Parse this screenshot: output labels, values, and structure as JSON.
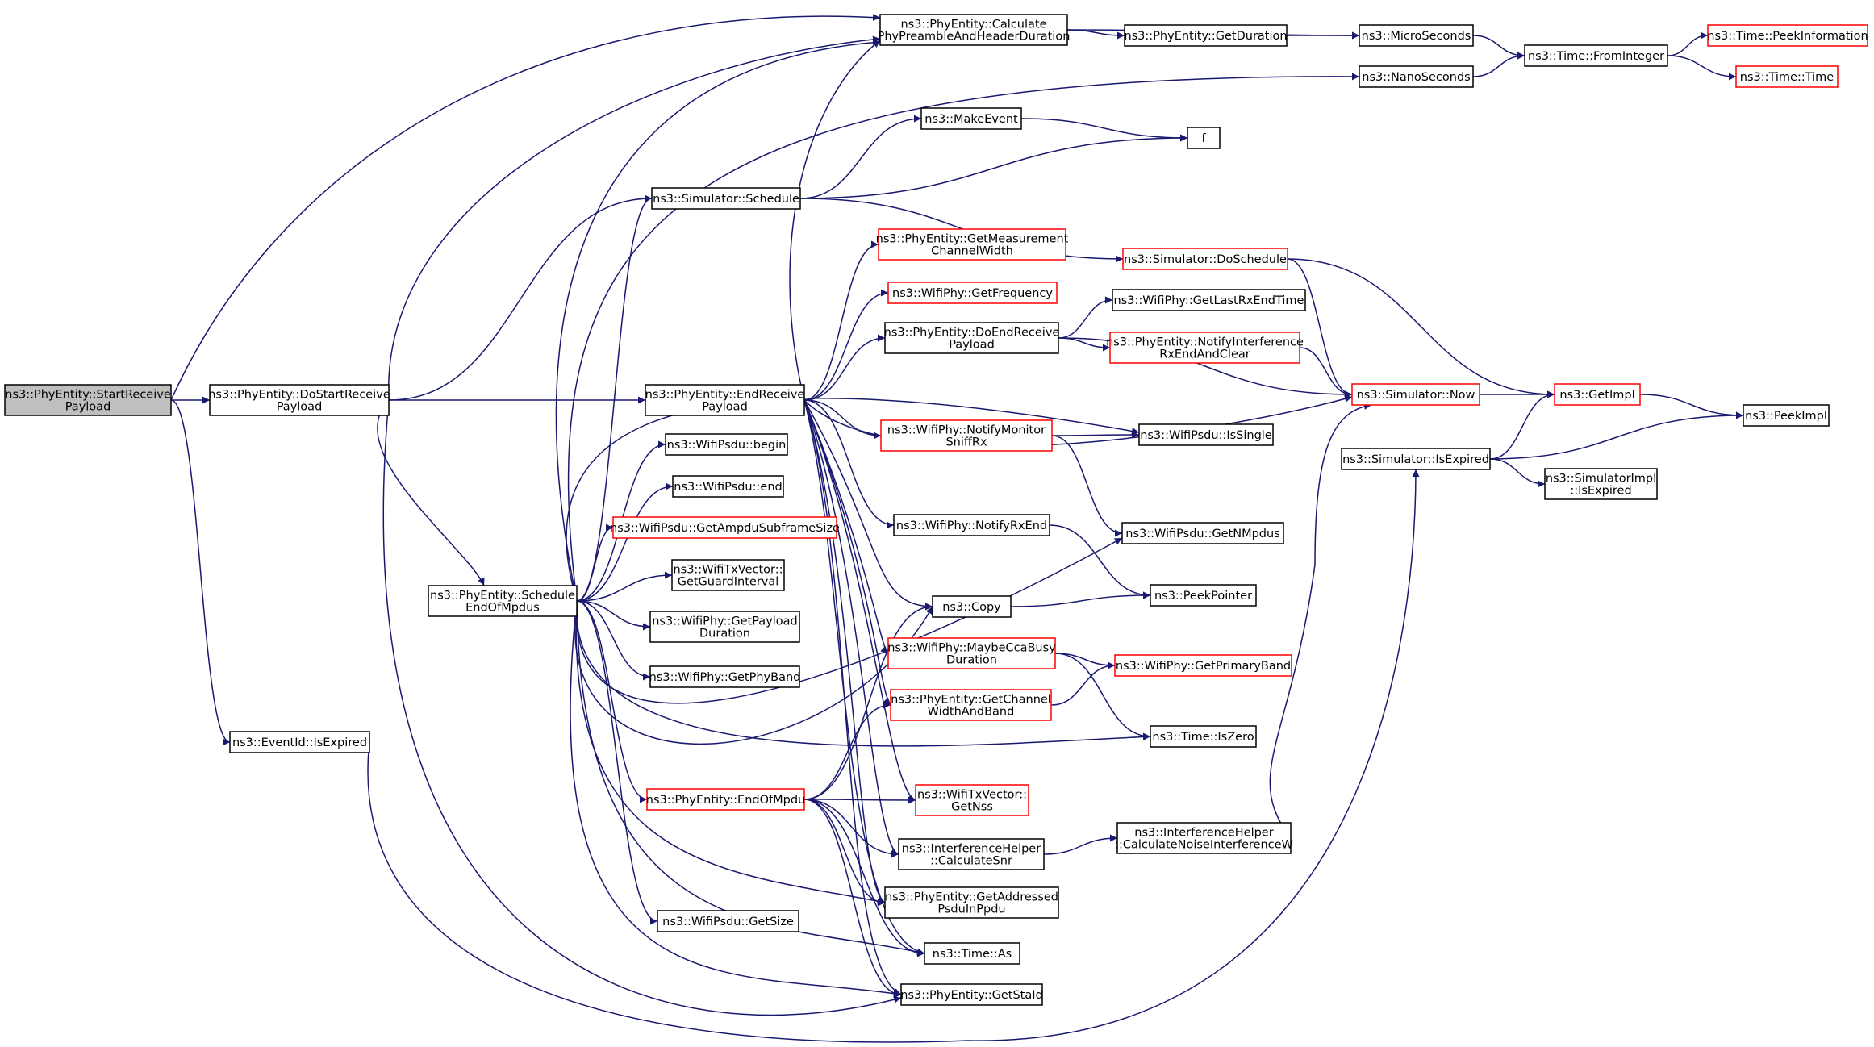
{
  "colors": {
    "edge": "#191970",
    "border_default": "#000000",
    "border_red": "#ff0000",
    "fill_default": "#ffffff",
    "fill_root": "#bfbfbf"
  },
  "nodes": [
    {
      "id": "startReceive",
      "lines": [
        "ns3::PhyEntity::StartReceive",
        "Payload"
      ],
      "style": "root"
    },
    {
      "id": "doStartReceive",
      "lines": [
        "ns3::PhyEntity::DoStartReceive",
        "Payload"
      ],
      "style": "default"
    },
    {
      "id": "eventIdIsExpired",
      "lines": [
        "ns3::EventId::IsExpired"
      ],
      "style": "default"
    },
    {
      "id": "scheduleEndOfMpdus",
      "lines": [
        "ns3::PhyEntity::Schedule",
        "EndOfMpdus"
      ],
      "style": "default"
    },
    {
      "id": "simSchedule",
      "lines": [
        "ns3::Simulator::Schedule"
      ],
      "style": "default"
    },
    {
      "id": "endReceivePayload",
      "lines": [
        "ns3::PhyEntity::EndReceive",
        "Payload"
      ],
      "style": "default"
    },
    {
      "id": "psduBegin",
      "lines": [
        "ns3::WifiPsdu::begin"
      ],
      "style": "default"
    },
    {
      "id": "psduEnd",
      "lines": [
        "ns3::WifiPsdu::end"
      ],
      "style": "default"
    },
    {
      "id": "ampduSubframe",
      "lines": [
        "ns3::WifiPsdu::GetAmpduSubframeSize"
      ],
      "style": "red"
    },
    {
      "id": "guardInterval",
      "lines": [
        "ns3::WifiTxVector::",
        "GetGuardInterval"
      ],
      "style": "default"
    },
    {
      "id": "payloadDuration",
      "lines": [
        "ns3::WifiPhy::GetPayload",
        "Duration"
      ],
      "style": "default"
    },
    {
      "id": "getPhyBand",
      "lines": [
        "ns3::WifiPhy::GetPhyBand"
      ],
      "style": "default"
    },
    {
      "id": "endOfMpdu",
      "lines": [
        "ns3::PhyEntity::EndOfMpdu"
      ],
      "style": "red"
    },
    {
      "id": "psduGetSize",
      "lines": [
        "ns3::WifiPsdu::GetSize"
      ],
      "style": "default"
    },
    {
      "id": "calcPreamble",
      "lines": [
        "ns3::PhyEntity::Calculate",
        "PhyPreambleAndHeaderDuration"
      ],
      "style": "default"
    },
    {
      "id": "getDuration",
      "lines": [
        "ns3::PhyEntity::GetDuration"
      ],
      "style": "default"
    },
    {
      "id": "microSeconds",
      "lines": [
        "ns3::MicroSeconds"
      ],
      "style": "default"
    },
    {
      "id": "nanoSeconds",
      "lines": [
        "ns3::NanoSeconds"
      ],
      "style": "default"
    },
    {
      "id": "fromInteger",
      "lines": [
        "ns3::Time::FromInteger"
      ],
      "style": "default"
    },
    {
      "id": "peekInformation",
      "lines": [
        "ns3::Time::PeekInformation"
      ],
      "style": "red"
    },
    {
      "id": "timeTime",
      "lines": [
        "ns3::Time::Time"
      ],
      "style": "red"
    },
    {
      "id": "makeEvent",
      "lines": [
        "ns3::MakeEvent"
      ],
      "style": "default"
    },
    {
      "id": "fNode",
      "lines": [
        "f"
      ],
      "style": "default"
    },
    {
      "id": "doSchedule",
      "lines": [
        "ns3::Simulator::DoSchedule"
      ],
      "style": "red"
    },
    {
      "id": "measChannelWidth",
      "lines": [
        "ns3::PhyEntity::GetMeasurement",
        "ChannelWidth"
      ],
      "style": "red"
    },
    {
      "id": "getFrequency",
      "lines": [
        "ns3::WifiPhy::GetFrequency"
      ],
      "style": "red"
    },
    {
      "id": "doEndReceive",
      "lines": [
        "ns3::PhyEntity::DoEndReceive",
        "Payload"
      ],
      "style": "default"
    },
    {
      "id": "lastRxEnd",
      "lines": [
        "ns3::WifiPhy::GetLastRxEndTime"
      ],
      "style": "default"
    },
    {
      "id": "notifyInterf",
      "lines": [
        "ns3::PhyEntity::NotifyInterference",
        "RxEndAndClear"
      ],
      "style": "red"
    },
    {
      "id": "simNow",
      "lines": [
        "ns3::Simulator::Now"
      ],
      "style": "red"
    },
    {
      "id": "getImpl",
      "lines": [
        "ns3::GetImpl"
      ],
      "style": "red"
    },
    {
      "id": "peekImpl",
      "lines": [
        "ns3::PeekImpl"
      ],
      "style": "default"
    },
    {
      "id": "simIsExpired",
      "lines": [
        "ns3::Simulator::IsExpired"
      ],
      "style": "default"
    },
    {
      "id": "simImplIsExpired",
      "lines": [
        "ns3::SimulatorImpl",
        "::IsExpired"
      ],
      "style": "default"
    },
    {
      "id": "notifyMonitor",
      "lines": [
        "ns3::WifiPhy::NotifyMonitor",
        "SniffRx"
      ],
      "style": "red"
    },
    {
      "id": "isSingle",
      "lines": [
        "ns3::WifiPsdu::IsSingle"
      ],
      "style": "default"
    },
    {
      "id": "notifyRxEnd",
      "lines": [
        "ns3::WifiPhy::NotifyRxEnd"
      ],
      "style": "default"
    },
    {
      "id": "getNMpdus",
      "lines": [
        "ns3::WifiPsdu::GetNMpdus"
      ],
      "style": "default"
    },
    {
      "id": "copyNode",
      "lines": [
        "ns3::Copy"
      ],
      "style": "default"
    },
    {
      "id": "peekPointer",
      "lines": [
        "ns3::PeekPointer"
      ],
      "style": "default"
    },
    {
      "id": "maybeCcaBusy",
      "lines": [
        "ns3::WifiPhy::MaybeCcaBusy",
        "Duration"
      ],
      "style": "red"
    },
    {
      "id": "primaryBand",
      "lines": [
        "ns3::WifiPhy::GetPrimaryBand"
      ],
      "style": "red"
    },
    {
      "id": "channelWidthBand",
      "lines": [
        "ns3::PhyEntity::GetChannel",
        "WidthAndBand"
      ],
      "style": "red"
    },
    {
      "id": "timeIsZero",
      "lines": [
        "ns3::Time::IsZero"
      ],
      "style": "default"
    },
    {
      "id": "getNss",
      "lines": [
        "ns3::WifiTxVector::",
        "GetNss"
      ],
      "style": "red"
    },
    {
      "id": "calcSnr",
      "lines": [
        "ns3::InterferenceHelper",
        "::CalculateSnr"
      ],
      "style": "default"
    },
    {
      "id": "calcNoise",
      "lines": [
        "ns3::InterferenceHelper",
        "::CalculateNoiseInterferenceW"
      ],
      "style": "default"
    },
    {
      "id": "addressedPsdu",
      "lines": [
        "ns3::PhyEntity::GetAddressed",
        "PsduInPpdu"
      ],
      "style": "default"
    },
    {
      "id": "timeAs",
      "lines": [
        "ns3::Time::As"
      ],
      "style": "default"
    },
    {
      "id": "getStaId",
      "lines": [
        "ns3::PhyEntity::GetStaId"
      ],
      "style": "default"
    }
  ],
  "edges": [
    [
      "startReceive",
      "doStartReceive"
    ],
    [
      "startReceive",
      "calcPreamble"
    ],
    [
      "startReceive",
      "eventIdIsExpired"
    ],
    [
      "doStartReceive",
      "calcPreamble"
    ],
    [
      "doStartReceive",
      "simSchedule"
    ],
    [
      "doStartReceive",
      "endReceivePayload"
    ],
    [
      "doStartReceive",
      "scheduleEndOfMpdus"
    ],
    [
      "doStartReceive",
      "getStaId"
    ],
    [
      "eventIdIsExpired",
      "simIsExpired"
    ],
    [
      "scheduleEndOfMpdus",
      "calcPreamble"
    ],
    [
      "scheduleEndOfMpdus",
      "nanoSeconds"
    ],
    [
      "scheduleEndOfMpdus",
      "simSchedule"
    ],
    [
      "scheduleEndOfMpdus",
      "isSingle"
    ],
    [
      "scheduleEndOfMpdus",
      "psduBegin"
    ],
    [
      "scheduleEndOfMpdus",
      "psduEnd"
    ],
    [
      "scheduleEndOfMpdus",
      "ampduSubframe"
    ],
    [
      "scheduleEndOfMpdus",
      "guardInterval"
    ],
    [
      "scheduleEndOfMpdus",
      "payloadDuration"
    ],
    [
      "scheduleEndOfMpdus",
      "getPhyBand"
    ],
    [
      "scheduleEndOfMpdus",
      "getNMpdus"
    ],
    [
      "scheduleEndOfMpdus",
      "copyNode"
    ],
    [
      "scheduleEndOfMpdus",
      "timeIsZero"
    ],
    [
      "scheduleEndOfMpdus",
      "endOfMpdu"
    ],
    [
      "scheduleEndOfMpdus",
      "psduGetSize"
    ],
    [
      "scheduleEndOfMpdus",
      "addressedPsdu"
    ],
    [
      "scheduleEndOfMpdus",
      "timeAs"
    ],
    [
      "scheduleEndOfMpdus",
      "getStaId"
    ],
    [
      "simSchedule",
      "makeEvent"
    ],
    [
      "simSchedule",
      "fNode"
    ],
    [
      "simSchedule",
      "doSchedule"
    ],
    [
      "makeEvent",
      "fNode"
    ],
    [
      "doSchedule",
      "simNow"
    ],
    [
      "doSchedule",
      "getImpl"
    ],
    [
      "calcPreamble",
      "getDuration"
    ],
    [
      "calcPreamble",
      "microSeconds"
    ],
    [
      "getDuration",
      "microSeconds"
    ],
    [
      "microSeconds",
      "fromInteger"
    ],
    [
      "nanoSeconds",
      "fromInteger"
    ],
    [
      "fromInteger",
      "peekInformation"
    ],
    [
      "fromInteger",
      "timeTime"
    ],
    [
      "endReceivePayload",
      "calcPreamble"
    ],
    [
      "endReceivePayload",
      "measChannelWidth"
    ],
    [
      "endReceivePayload",
      "getFrequency"
    ],
    [
      "endReceivePayload",
      "doEndReceive"
    ],
    [
      "endReceivePayload",
      "simNow"
    ],
    [
      "endReceivePayload",
      "notifyMonitor"
    ],
    [
      "endReceivePayload",
      "notifyRxEnd"
    ],
    [
      "endReceivePayload",
      "copyNode"
    ],
    [
      "endReceivePayload",
      "maybeCcaBusy"
    ],
    [
      "endReceivePayload",
      "channelWidthBand"
    ],
    [
      "endReceivePayload",
      "getNss"
    ],
    [
      "endReceivePayload",
      "calcSnr"
    ],
    [
      "endReceivePayload",
      "addressedPsdu"
    ],
    [
      "endReceivePayload",
      "timeAs"
    ],
    [
      "endReceivePayload",
      "getStaId"
    ],
    [
      "doEndReceive",
      "lastRxEnd"
    ],
    [
      "doEndReceive",
      "notifyInterf"
    ],
    [
      "doEndReceive",
      "simNow"
    ],
    [
      "notifyInterf",
      "simNow"
    ],
    [
      "simNow",
      "getImpl"
    ],
    [
      "getImpl",
      "peekImpl"
    ],
    [
      "simIsExpired",
      "getImpl"
    ],
    [
      "simIsExpired",
      "peekImpl"
    ],
    [
      "simIsExpired",
      "simImplIsExpired"
    ],
    [
      "notifyMonitor",
      "isSingle"
    ],
    [
      "notifyMonitor",
      "getNMpdus"
    ],
    [
      "notifyRxEnd",
      "peekPointer"
    ],
    [
      "copyNode",
      "peekPointer"
    ],
    [
      "maybeCcaBusy",
      "primaryBand"
    ],
    [
      "maybeCcaBusy",
      "timeIsZero"
    ],
    [
      "channelWidthBand",
      "primaryBand"
    ],
    [
      "endOfMpdu",
      "copyNode"
    ],
    [
      "endOfMpdu",
      "channelWidthBand"
    ],
    [
      "endOfMpdu",
      "getNss"
    ],
    [
      "endOfMpdu",
      "calcSnr"
    ],
    [
      "endOfMpdu",
      "addressedPsdu"
    ],
    [
      "endOfMpdu",
      "timeAs"
    ],
    [
      "endOfMpdu",
      "getStaId"
    ],
    [
      "calcSnr",
      "calcNoise"
    ],
    [
      "calcNoise",
      "simNow"
    ]
  ]
}
